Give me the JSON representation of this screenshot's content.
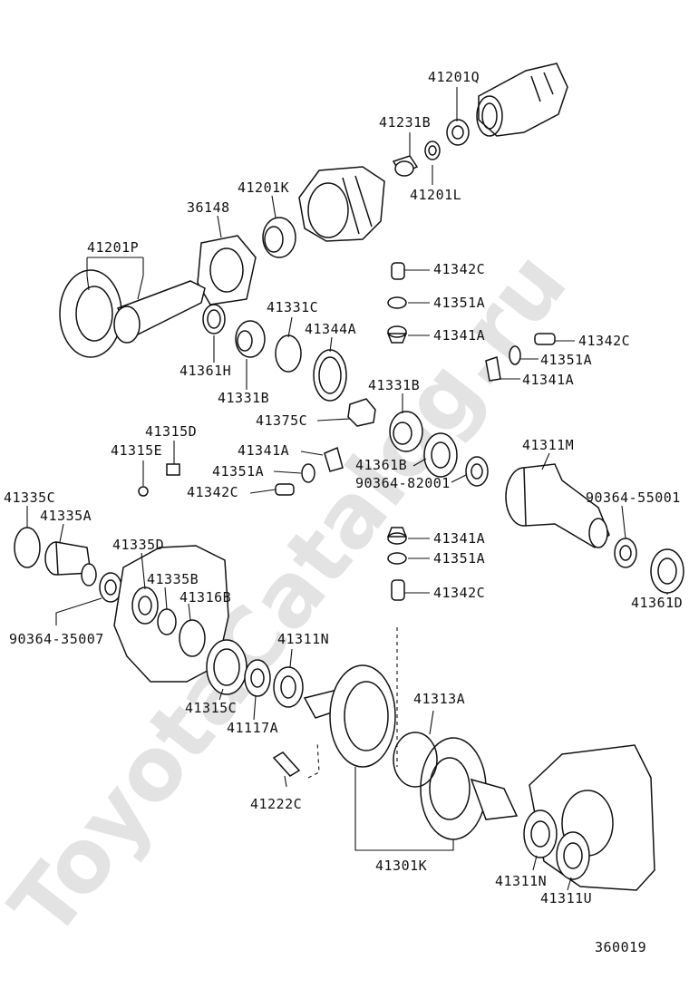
{
  "diagram": {
    "watermark": "ToyotaCatalog.ru",
    "drawing_number": "360019",
    "part_labels": {
      "p41201Q": "41201Q",
      "p41231B": "41231B",
      "p41201L": "41201L",
      "p41201K": "41201K",
      "p36148": "36148",
      "p41201P": "41201P",
      "p41342C_1": "41342C",
      "p41351A_1": "41351A",
      "p41341A_1": "41341A",
      "p41342C_2": "41342C",
      "p41351A_2": "41351A",
      "p41341A_2": "41341A",
      "p41331C": "41331C",
      "p41344A": "41344A",
      "p41361H": "41361H",
      "p41331B_1": "41331B",
      "p41331B_2": "41331B",
      "p41375C": "41375C",
      "p41315D": "41315D",
      "p41315E": "41315E",
      "p41341A_3": "41341A",
      "p41351A_3": "41351A",
      "p41342C_3": "41342C",
      "p41361B": "41361B",
      "p90364_82001": "90364-82001",
      "p41311M": "41311M",
      "p90364_55001": "90364-55001",
      "p41335C": "41335C",
      "p41335A": "41335A",
      "p41335D": "41335D",
      "p41335B": "41335B",
      "p41316B": "41316B",
      "p41341A_4": "41341A",
      "p41351A_4": "41351A",
      "p41342C_4": "41342C",
      "p41361D": "41361D",
      "p90364_35007": "90364-35007",
      "p41311N_1": "41311N",
      "p41313A": "41313A",
      "p41315C": "41315C",
      "p41117A": "41117A",
      "p41222C": "41222C",
      "p41301K": "41301K",
      "p41311N_2": "41311N",
      "p41311U": "41311U"
    }
  }
}
